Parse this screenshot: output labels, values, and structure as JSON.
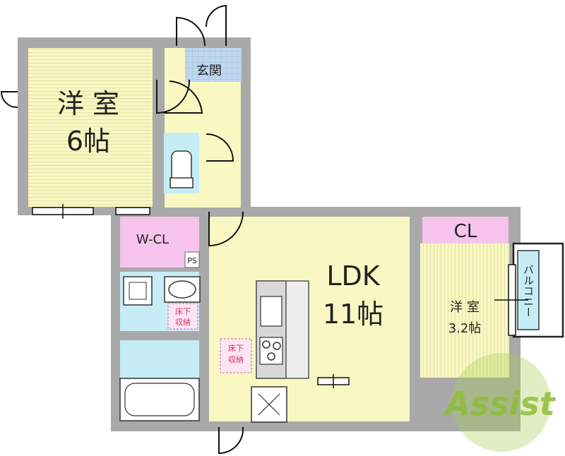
{
  "rooms": {
    "western_room_1": {
      "name": "洋 室",
      "size": "6帖"
    },
    "entrance": "玄関",
    "wcl": "W-CL",
    "ps": "PS",
    "ldk": {
      "name": "LDK",
      "size": "11帖"
    },
    "cl": "CL",
    "western_room_2": {
      "name": "洋 室",
      "size": "3.2帖"
    },
    "balcony": "バルコニー",
    "underfloor_1": {
      "line1": "床下",
      "line2": "収納"
    },
    "underfloor_2": {
      "line1": "床下",
      "line2": "収納"
    }
  },
  "logo": {
    "text": "Assist"
  },
  "colors": {
    "room_yellow": "#f9f8c2",
    "wall_gray": "#a9a9a9",
    "wet_blue": "#c6edf6",
    "closet_pink": "#f6c3ec",
    "entrance_blue": "#bfd6ef",
    "logo_green": "#a9cf52"
  }
}
